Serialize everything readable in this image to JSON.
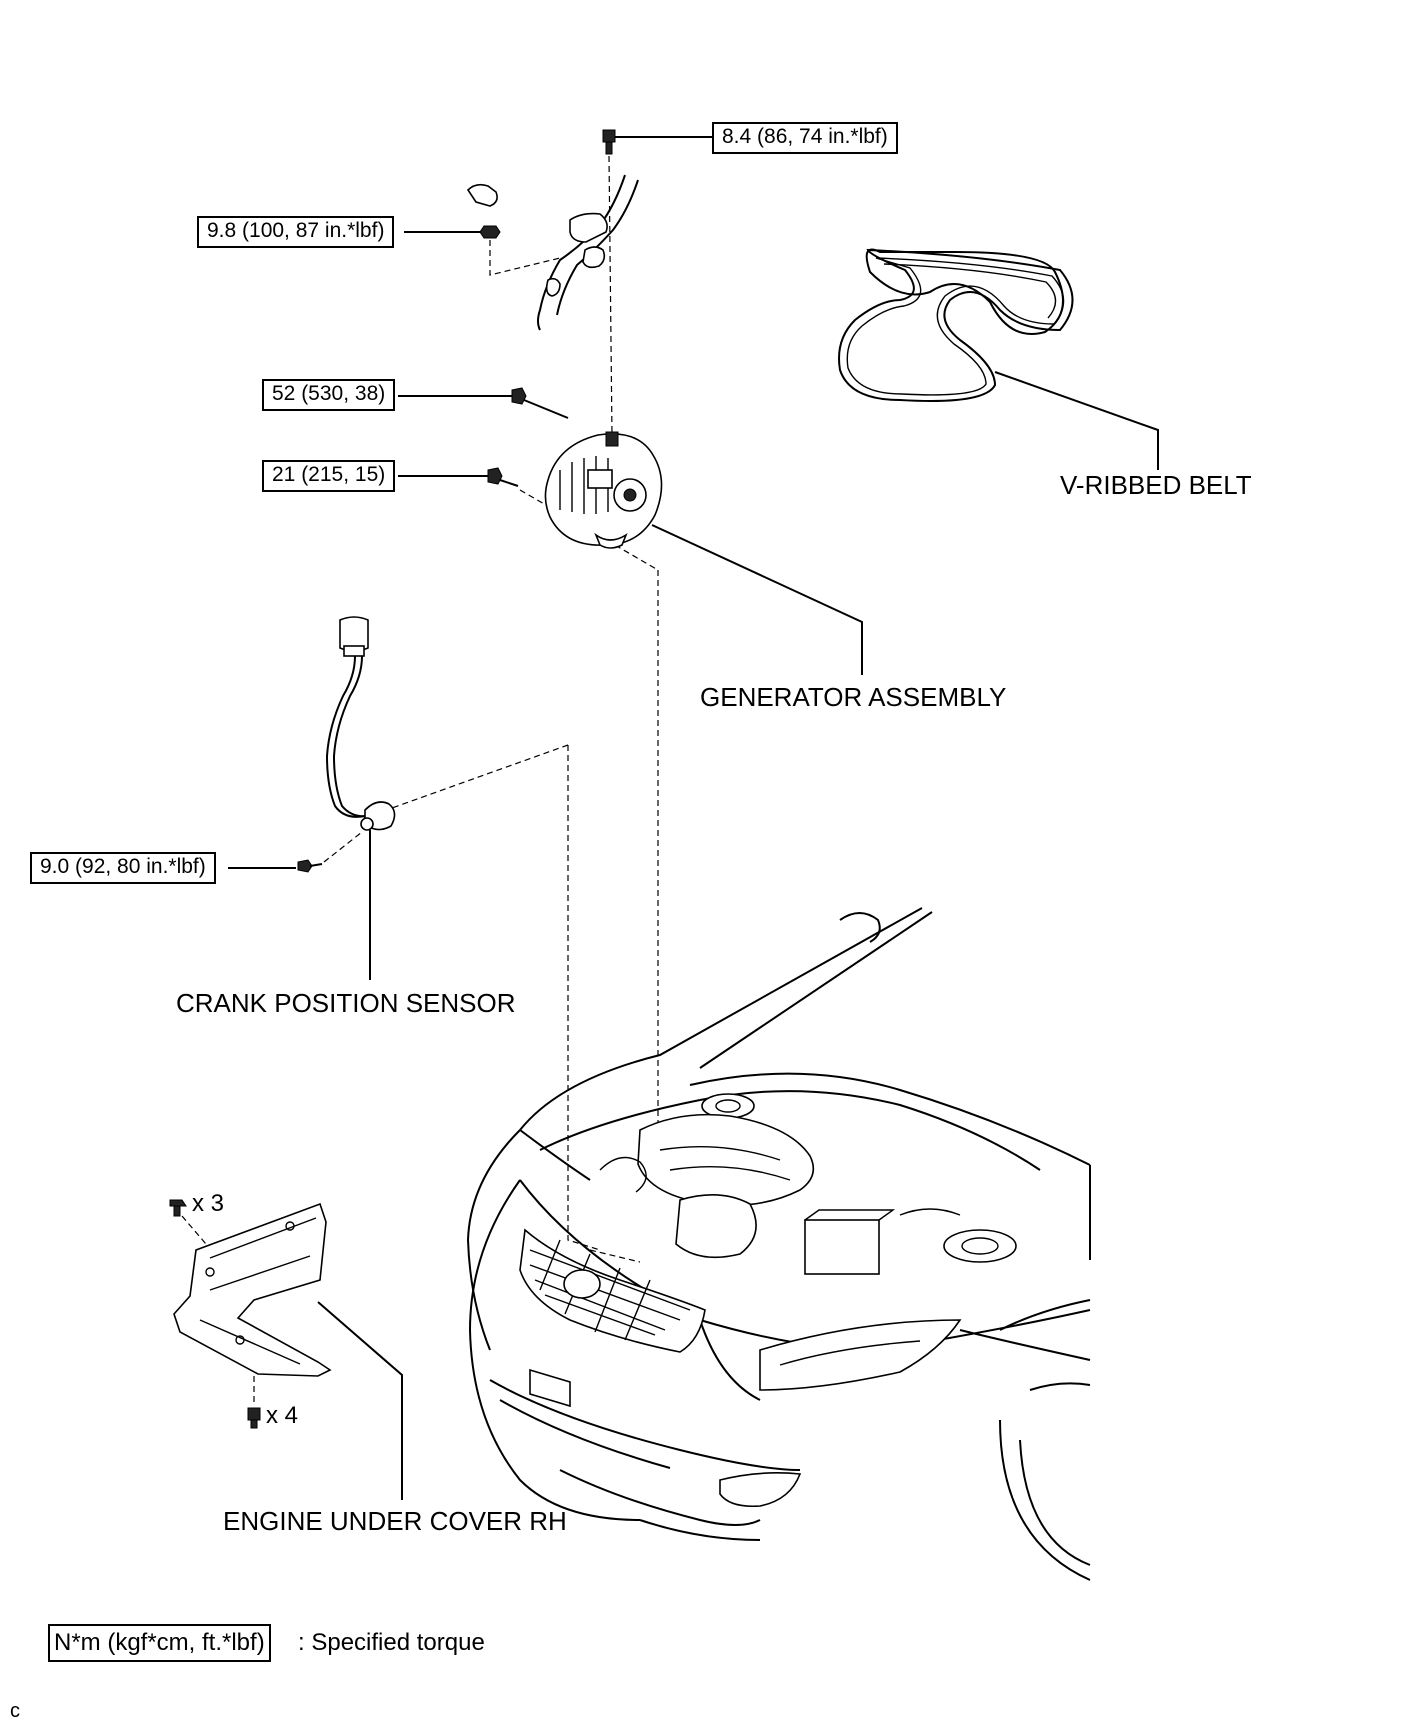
{
  "torque_specs": {
    "top_bolt": "8.4 (86, 74 in.*lbf)",
    "terminal_nut": "9.8 (100, 87 in.*lbf)",
    "generator_long_bolt": "52 (530, 38)",
    "generator_short_bolt": "21 (215, 15)",
    "crank_sensor_bolt": "9.0 (92, 80 in.*lbf)"
  },
  "parts": {
    "v_ribbed_belt": "V-RIBBED BELT",
    "generator_assembly": "GENERATOR ASSEMBLY",
    "crank_position_sensor": "CRANK POSITION SENSOR",
    "engine_under_cover": "ENGINE UNDER COVER RH"
  },
  "quantities": {
    "upper_clips": "x 3",
    "lower_bolts": "x 4"
  },
  "legend": {
    "unit": "N*m (kgf*cm, ft.*lbf)",
    "description": ": Specified torque"
  },
  "corner_mark": "c"
}
